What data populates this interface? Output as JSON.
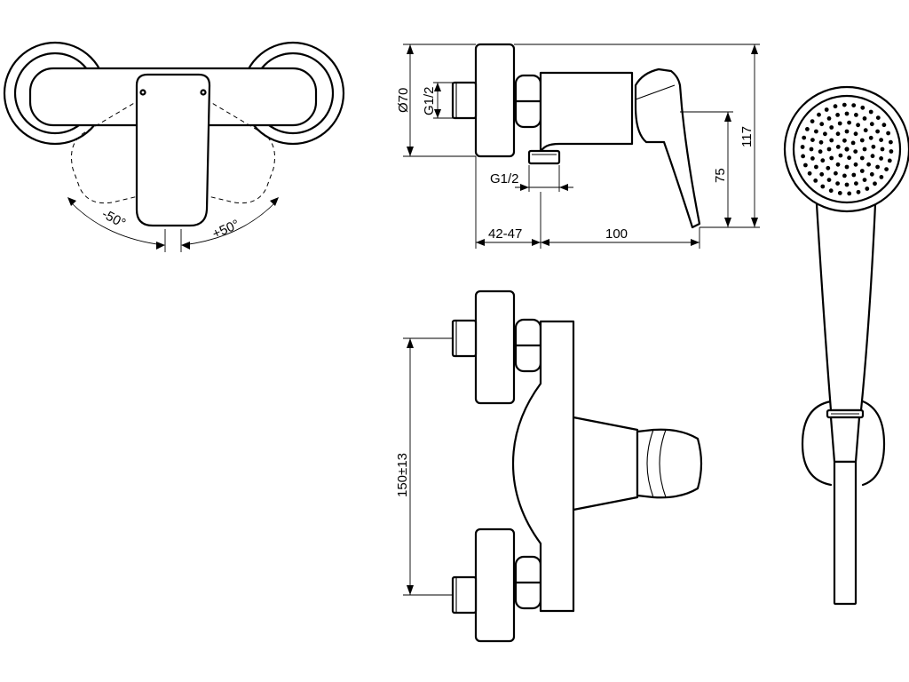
{
  "labels": {
    "angle_left": "-50°",
    "angle_right": "+50°",
    "diameter": "Ø70",
    "thread_top": "G1/2",
    "thread_bottom": "G1/2",
    "height_total": "117",
    "height_lever": "75",
    "depth_wall": "42-47",
    "depth_body": "100",
    "centers": "150±13"
  }
}
